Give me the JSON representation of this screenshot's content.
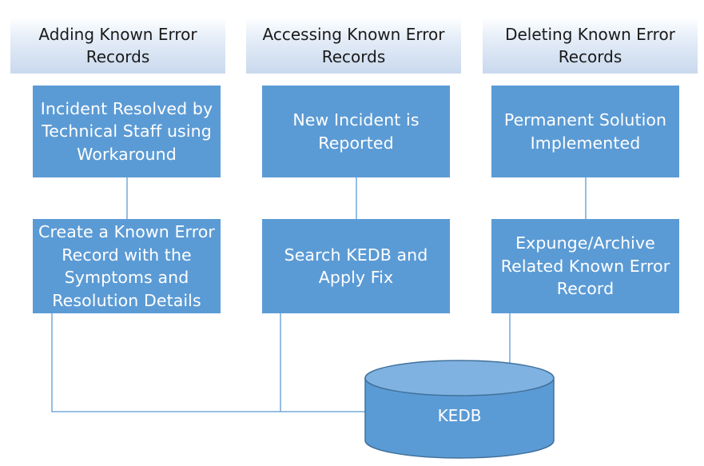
{
  "columns": [
    {
      "header": [
        "Adding Known Error",
        "Records"
      ],
      "step1": [
        "Incident Resolved by",
        "Technical Staff using",
        "Workaround"
      ],
      "step2": [
        "Create a Known Error",
        "Record with the",
        "Symptoms and",
        "Resolution Details"
      ]
    },
    {
      "header": [
        "Accessing Known Error",
        "Records"
      ],
      "step1": [
        "New Incident is",
        "Reported"
      ],
      "step2": [
        "Search KEDB and",
        "Apply Fix"
      ]
    },
    {
      "header": [
        "Deleting Known Error",
        "Records"
      ],
      "step1": [
        "Permanent Solution",
        "Implemented"
      ],
      "step2": [
        "Expunge/Archive",
        "Related Known Error",
        "Record"
      ]
    }
  ],
  "database": {
    "label": "KEDB"
  },
  "colors": {
    "box": "#5b9bd5",
    "box_border": "#41719c",
    "line": "#5b9bd5",
    "header_text": "#1a1a1a"
  }
}
